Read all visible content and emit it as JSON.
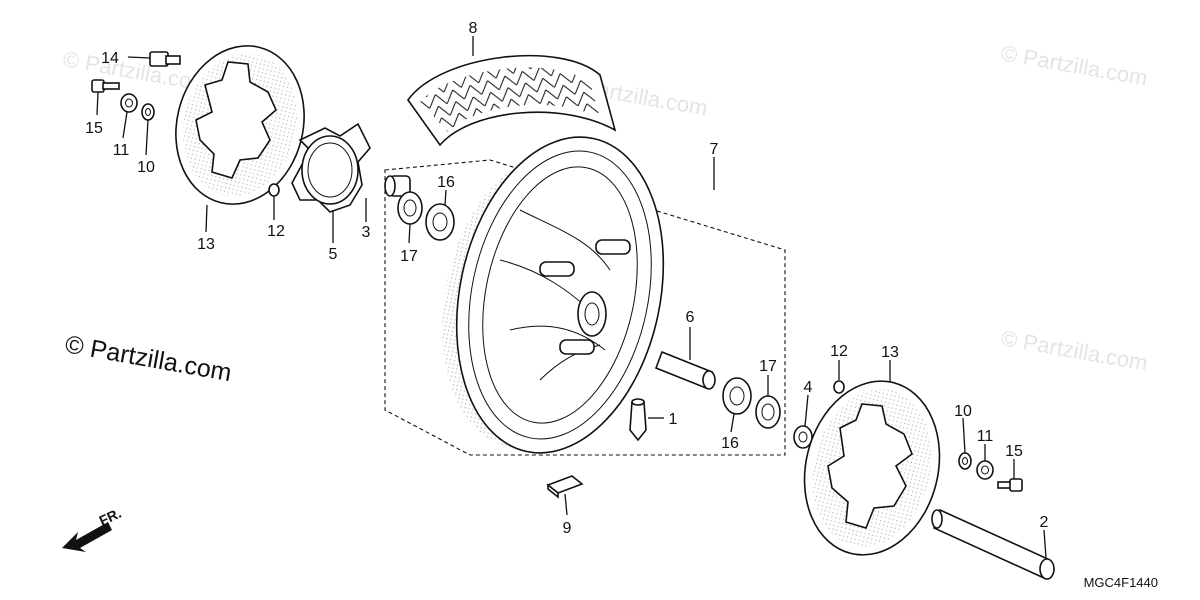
{
  "diagram": {
    "code": "MGC4F1440",
    "front_marker": "FR.",
    "watermark": "© Partzilla.com",
    "callouts": {
      "c1": "1",
      "c2": "2",
      "c3": "3",
      "c4": "4",
      "c5": "5",
      "c6": "6",
      "c7": "7",
      "c8": "8",
      "c9": "9",
      "c10a": "10",
      "c10b": "10",
      "c11a": "11",
      "c11b": "11",
      "c12a": "12",
      "c12b": "12",
      "c13a": "13",
      "c13b": "13",
      "c14": "14",
      "c15a": "15",
      "c15b": "15",
      "c16a": "16",
      "c16b": "16",
      "c17a": "17",
      "c17b": "17"
    }
  }
}
